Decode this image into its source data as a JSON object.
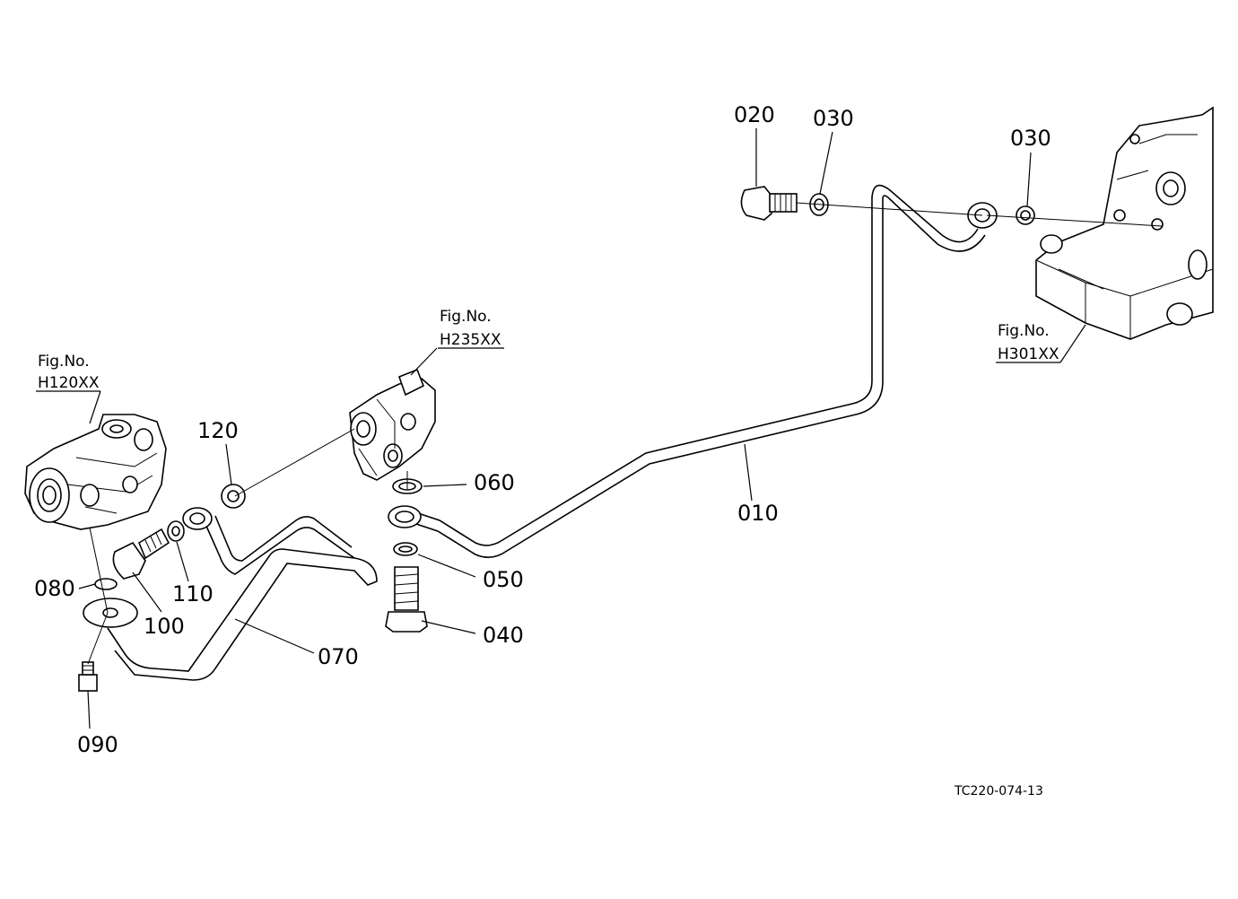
{
  "diagram_code": "TC220-074-13",
  "figure_refs": {
    "h120": {
      "line1": "Fig.No.",
      "line2": "H120XX"
    },
    "h235": {
      "line1": "Fig.No.",
      "line2": "H235XX"
    },
    "h301": {
      "line1": "Fig.No.",
      "line2": "H301XX"
    }
  },
  "callouts": {
    "p010": "010",
    "p020": "020",
    "p030a": "030",
    "p030b": "030",
    "p040": "040",
    "p050": "050",
    "p060": "060",
    "p070": "070",
    "p080": "080",
    "p090": "090",
    "p100": "100",
    "p110": "110",
    "p120": "120"
  }
}
